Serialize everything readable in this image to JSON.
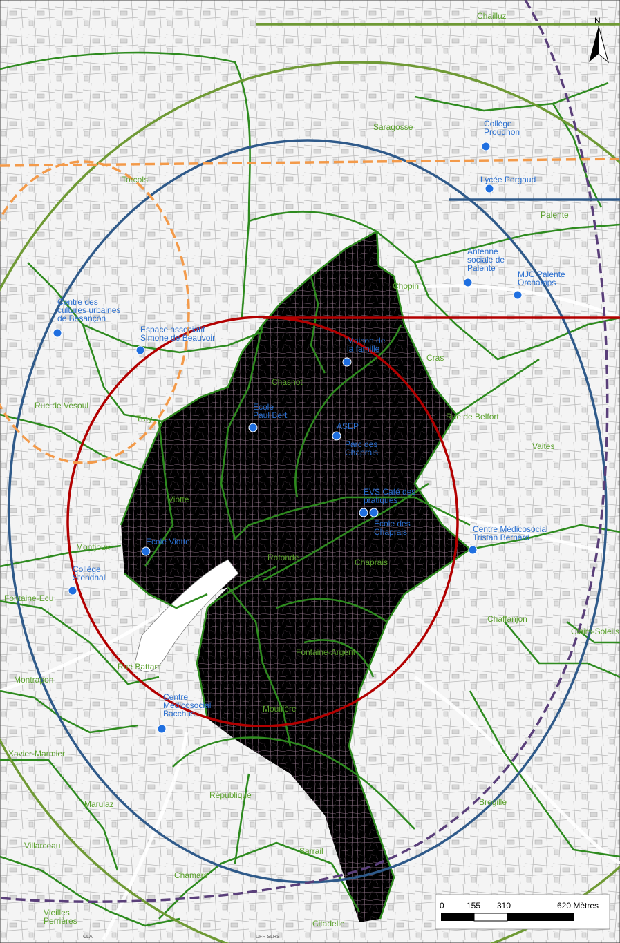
{
  "north_label": "N",
  "scale": {
    "ticks": [
      "0",
      "155",
      "310",
      "620 Mètres"
    ]
  },
  "colors": {
    "zone_fill": "#f7b6e0",
    "district_line": "#2e8b1f",
    "circle_red": "#b30000",
    "circle_blue": "#2f5a8a",
    "circle_green": "#6f9a35",
    "circle_orange": "#f39a4a",
    "circle_purple": "#5a3f7a",
    "facility_dot": "#1f6fe0",
    "quarter_label": "#5aa02c",
    "facility_label": "#2a6fd0"
  },
  "quarters": [
    "Chailluz",
    "Saragosse",
    "Torcols",
    "Palente",
    "Chopin",
    "Cras",
    "Chasnot",
    "Rue de Vesoul",
    "Trey",
    "Rue de Belfort",
    "Vaites",
    "Viotte",
    "Montjoux",
    "Rotonde",
    "Chaprais",
    "Fontaine-Ecu",
    "Chaffanjon",
    "Clairs-Soleils",
    "Rue Battant",
    "Fontaine-Argent",
    "Montrapon",
    "Mouillère",
    "Xavier-Marmier",
    "République",
    "Bregille",
    "Marulaz",
    "Villarceau",
    "Sarrail",
    "Chamars",
    "Vieilles Perrières",
    "Citadelle"
  ],
  "facilities": [
    {
      "label": [
        "Collège",
        "Proudhon"
      ]
    },
    {
      "label": [
        "Lycée Pergaud"
      ]
    },
    {
      "label": [
        "Antenne",
        "sociale de",
        "Palente"
      ]
    },
    {
      "label": [
        "MJC Palente",
        "Orchamps"
      ]
    },
    {
      "label": [
        "Centre des",
        "cultures urbaines",
        "de Besançon"
      ]
    },
    {
      "label": [
        "Espace associatif",
        "Simone de Beauvoir"
      ]
    },
    {
      "label": [
        "Maison de",
        "la famille"
      ]
    },
    {
      "label": [
        "Ecole",
        "Paul Bert"
      ]
    },
    {
      "label": [
        "ASEP"
      ]
    },
    {
      "label": [
        "Parc des",
        "Chaprais"
      ]
    },
    {
      "label": [
        "EVS Café des",
        "pratiques"
      ]
    },
    {
      "label": [
        "Ecole des",
        "Chaprais"
      ]
    },
    {
      "label": [
        "Centre Médicosocial",
        "Tristan Bernard"
      ]
    },
    {
      "label": [
        "Ecole Viotte"
      ]
    },
    {
      "label": [
        "Collège",
        "Stendhal"
      ]
    },
    {
      "label": [
        "Centre",
        "Médicosocial",
        "Bacchus"
      ]
    }
  ],
  "footer_marks": [
    "UFR SLHS",
    "CLA"
  ]
}
